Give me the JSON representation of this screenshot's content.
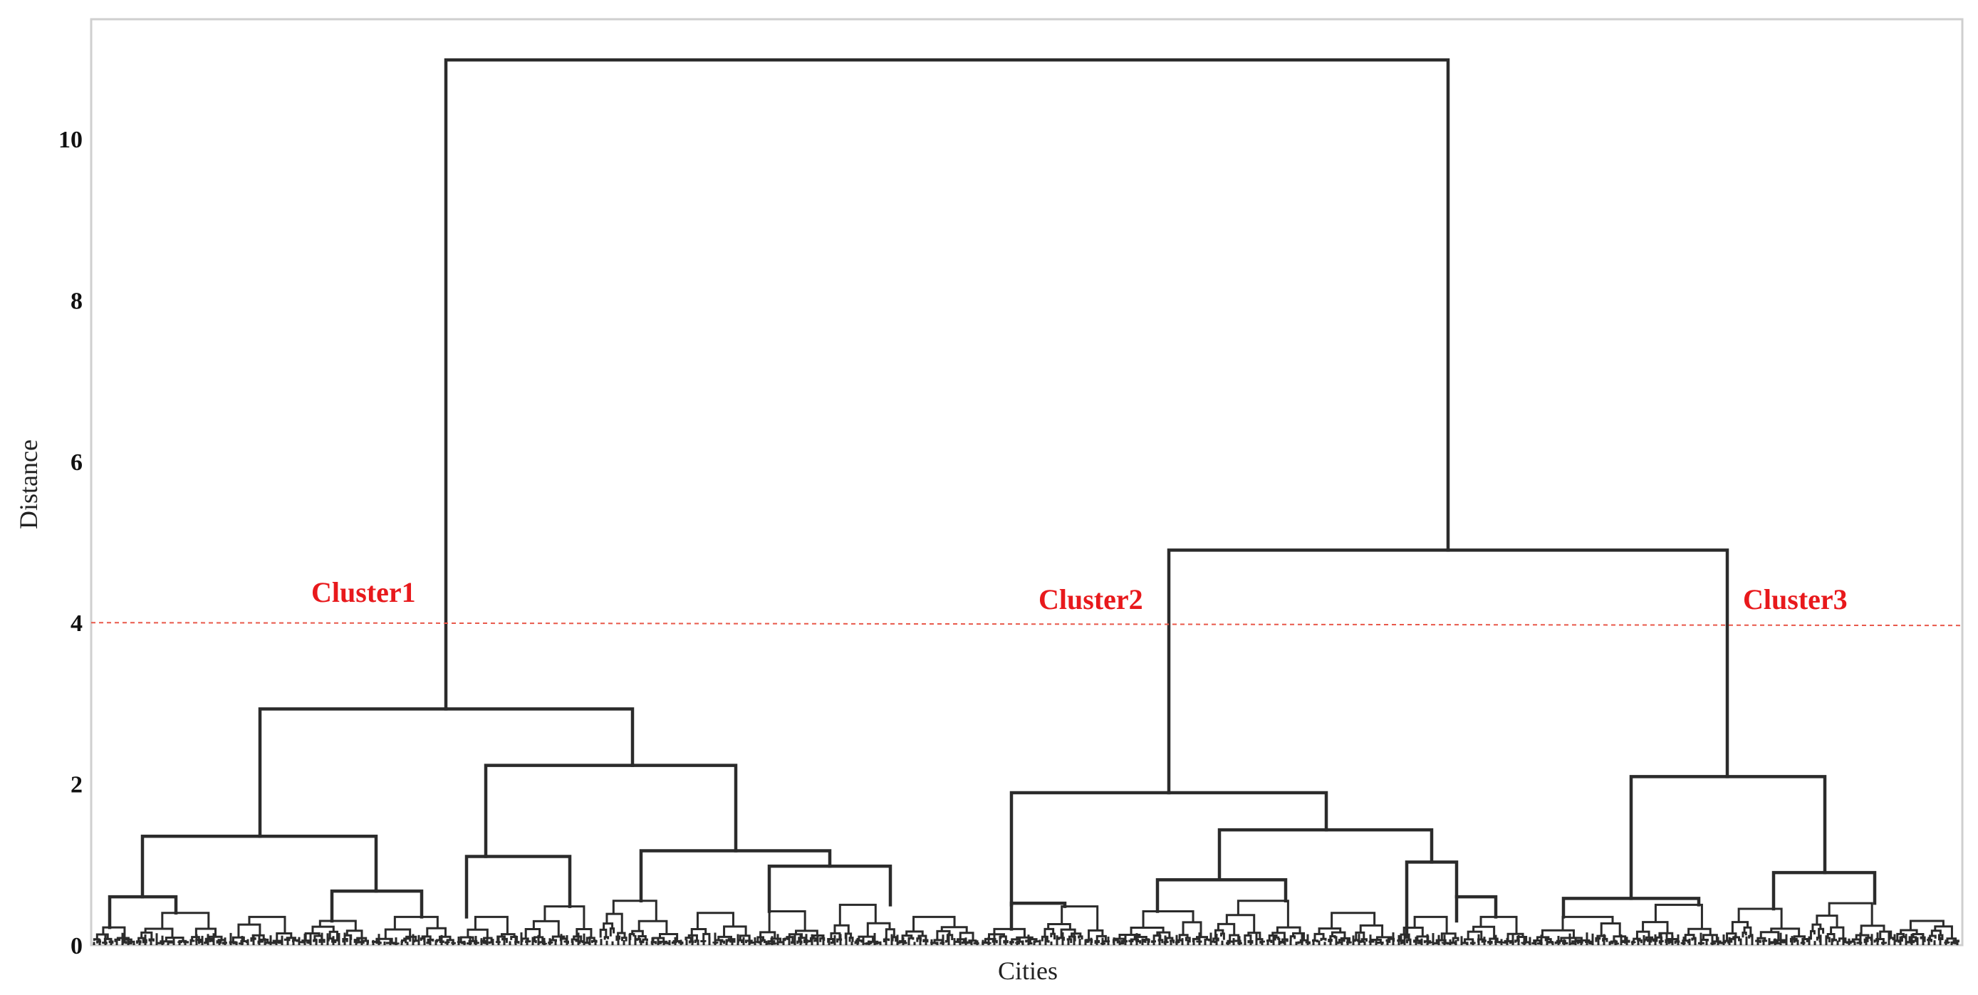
{
  "chart_data": {
    "type": "dendrogram",
    "xlabel": "Cities",
    "ylabel": "Distance",
    "ylim": [
      0,
      11.5
    ],
    "yticks": [
      0,
      2,
      4,
      6,
      8,
      10
    ],
    "grid": false,
    "cut_line": {
      "y": 4,
      "color": "#e8584a",
      "style": "dashed"
    },
    "cluster_labels": [
      {
        "text": "Cluster1",
        "color": "#e8191c"
      },
      {
        "text": "Cluster2",
        "color": "#e8191c"
      },
      {
        "text": "Cluster3",
        "color": "#e8191c"
      }
    ],
    "merges": {
      "root": 10.98,
      "cluster1": 2.93,
      "cluster2_3": 4.9,
      "cluster2": 1.89,
      "cluster3": 2.09,
      "c1_left": 1.35,
      "c1_right": 2.23,
      "c1_rr": 1.17,
      "c1_rrr": 0.98,
      "c2_right": 1.43,
      "c2_rl": 0.81,
      "c2_rr": 1.03,
      "c3_left": 0.58,
      "c3_right": 0.9
    },
    "leaf_count": 300
  },
  "colors": {
    "link": "#2b2b2b",
    "axes": "#cccccc",
    "cut_line": "#e8584a",
    "cluster_label": "#e8191c"
  }
}
